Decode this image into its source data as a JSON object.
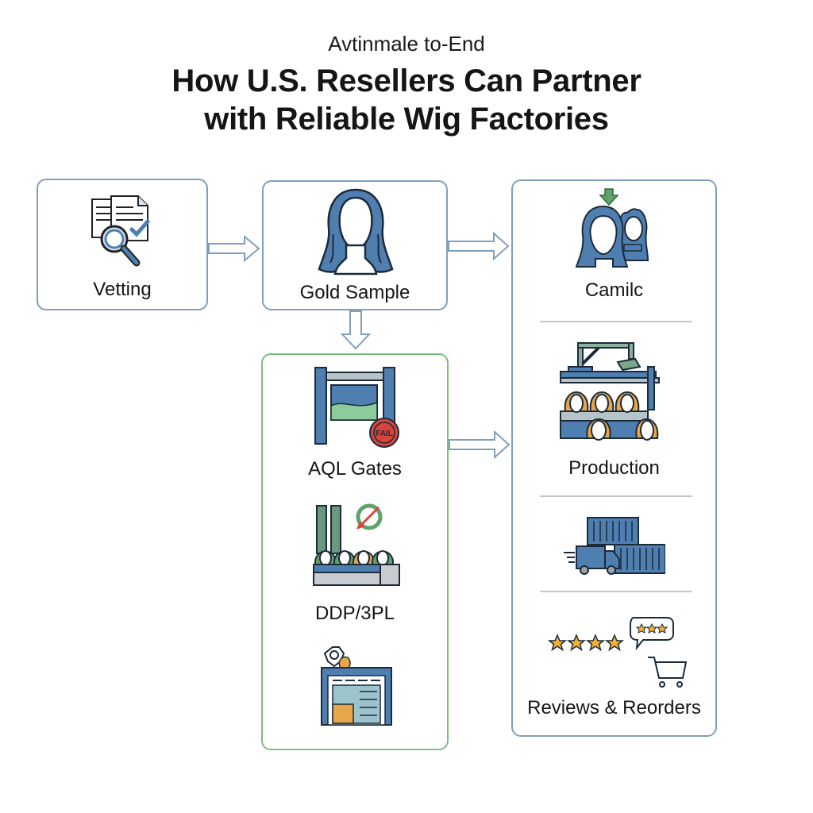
{
  "header": {
    "subtitle": "Avtinmale to-End",
    "title_line1": "How U.S. Resellers Can Partner",
    "title_line2": "with Reliable Wig Factories"
  },
  "steps": {
    "vetting": {
      "label": "Vetting",
      "icon": "document-search-check-icon"
    },
    "gold_sample": {
      "label": "Gold Sample",
      "icon": "wig-head-icon"
    },
    "aql_gates": {
      "label": "AQL Gates",
      "icon": "gate-fail-stamp-icon",
      "stamp_text": "FAIL"
    },
    "ddp_3pl": {
      "label": "DDP/3PL",
      "icon": "factory-wigs-icon"
    },
    "warehouse": {
      "label": "",
      "icon": "warehouse-location-icon"
    },
    "camilc": {
      "label": "Camilc",
      "icon": "two-wigs-download-icon"
    },
    "production": {
      "label": "Production",
      "icon": "production-line-icon"
    },
    "shipping": {
      "label": "",
      "icon": "truck-containers-icon"
    },
    "reviews": {
      "label": "Reviews & Reorders",
      "icon": "stars-cart-icon",
      "stars": 4,
      "bubble_stars": 3
    }
  },
  "colors": {
    "box_border_blue": "#7f9fbf",
    "box_border_green": "#7bbf7b",
    "icon_blue": "#4f7fb0",
    "icon_green": "#5fa36a",
    "icon_orange": "#e8a64a",
    "fail_red": "#d9443a",
    "star_gold": "#f2b134"
  }
}
